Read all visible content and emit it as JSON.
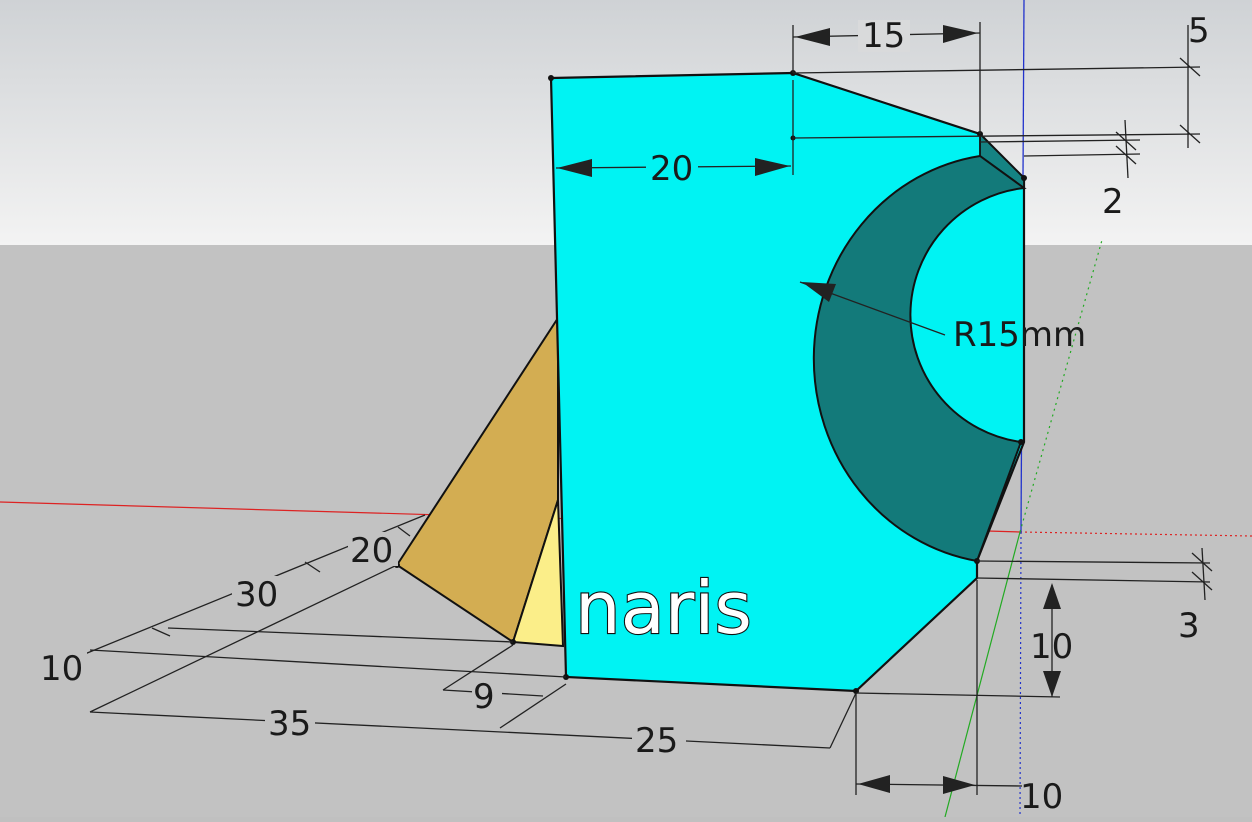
{
  "colors": {
    "sky": "#ececec",
    "ground": "#c2c2c2",
    "face_main": "#00f3f3",
    "bore_inner": "#137a7a",
    "side_tan": "#d3ad52",
    "side_yellow": "#fbee89",
    "axis_red": "#d22",
    "axis_green": "#2a2",
    "axis_blue": "#22c"
  },
  "labels": {
    "top_width": "15",
    "top_offset": "5",
    "top_chamfer": "2",
    "inner_width": "20",
    "radius": "R15mm",
    "left_side": "20",
    "left_depth": "30",
    "left_edge": "10",
    "bottom_step": "9",
    "bottom_length": "35",
    "bottom_front": "25",
    "right_gap": "3",
    "right_height": "10",
    "right_bottom": "10",
    "brand": "naris"
  }
}
